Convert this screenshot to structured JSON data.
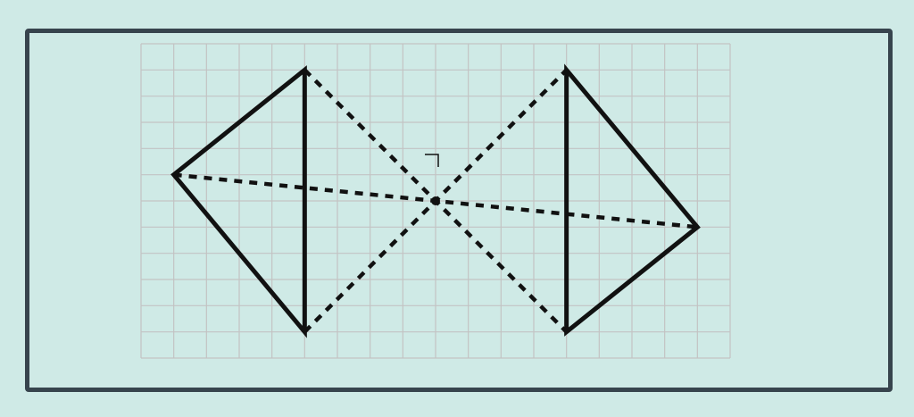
{
  "diagram": {
    "grid": {
      "columns": 18,
      "rows": 12
    },
    "colors": {
      "background": "#cfeae6",
      "frame": "#37444d",
      "grid": "#c3c3c3",
      "lines": "#111111"
    },
    "shapes": [
      {
        "name": "left-triangle",
        "vertices": [
          [
            1,
            5
          ],
          [
            5,
            1
          ],
          [
            5,
            11
          ]
        ]
      },
      {
        "name": "right-triangle",
        "vertices": [
          [
            13,
            1
          ],
          [
            17,
            7
          ],
          [
            13,
            11
          ]
        ]
      }
    ],
    "center_point": [
      9,
      6
    ],
    "correspondence_lines": [
      {
        "name": "top-left-to-bottom-right",
        "from": [
          5,
          1
        ],
        "to": [
          13,
          11
        ]
      },
      {
        "name": "bottom-left-to-top-right",
        "from": [
          5,
          11
        ],
        "to": [
          13,
          1
        ]
      },
      {
        "name": "left-apex-to-right-apex",
        "from": [
          1,
          5
        ],
        "to": [
          17,
          7
        ]
      }
    ]
  }
}
